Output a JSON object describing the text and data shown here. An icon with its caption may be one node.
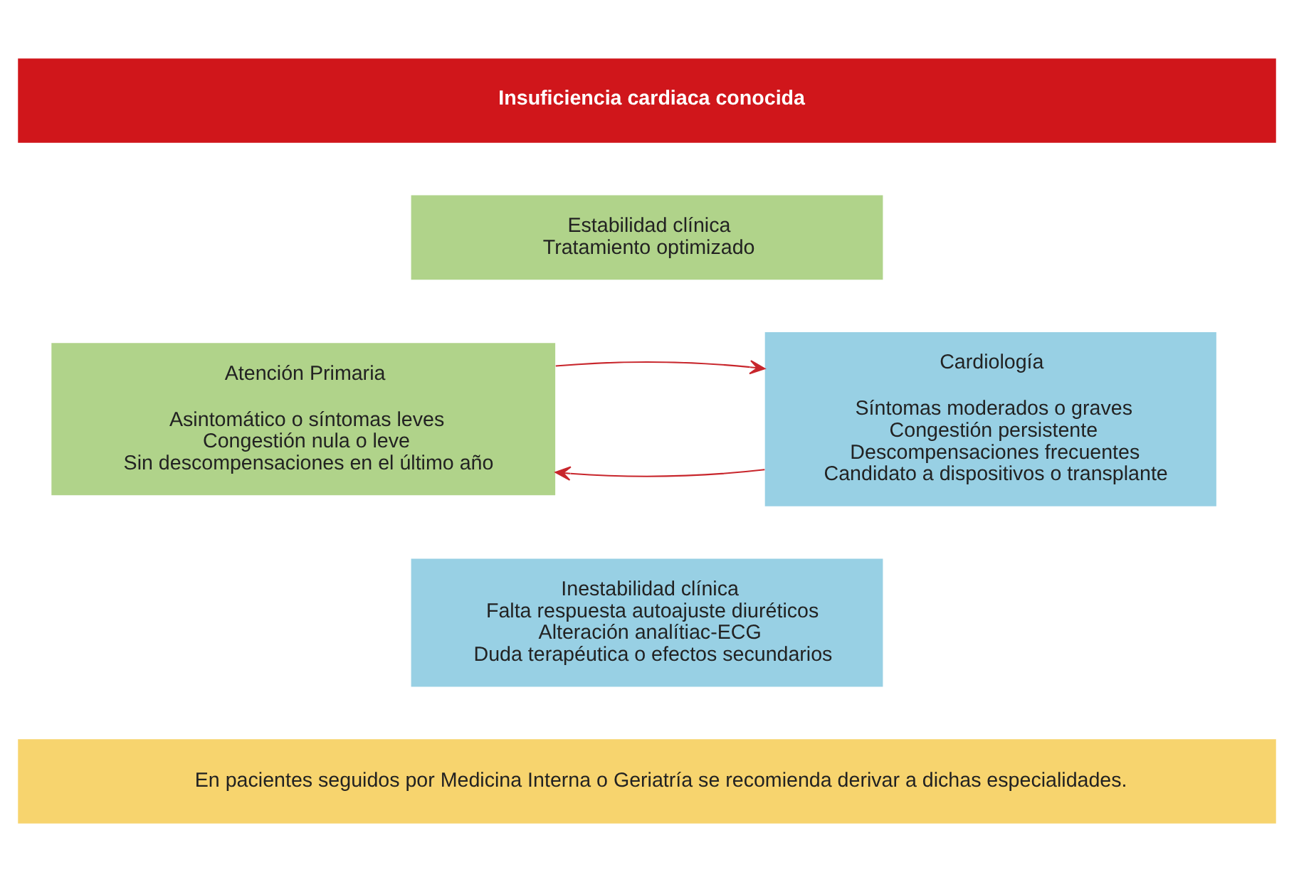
{
  "diagram": {
    "nodes": [
      {
        "text": [
          "Insuficiencia cardiaca conocida"
        ]
      },
      {
        "text": [
          "Estabilidad clínica",
          "Tratamiento optimizado"
        ]
      },
      {
        "text": [
          "Atención Primaria",
          "Asintomático o síntomas leves",
          "Congestión nula o leve",
          "Sin descompensaciones en el último año"
        ]
      },
      {
        "text": [
          "Cardiología",
          "Síntomas moderados o graves",
          "Congestión persistente",
          "Descompensaciones frecuentes",
          "Candidato a dispositivos o transplante"
        ]
      },
      {
        "text": [
          "Inestabilidad clínica",
          "Falta respuesta autoajuste diuréticos",
          "Alteración analítiac-ECG",
          "Duda terapéutica o efectos secundarios"
        ]
      },
      {
        "text": [
          "En pacientes seguidos por Medicina Interna o Geriatría se recomienda derivar a dichas especialidades."
        ]
      }
    ],
    "edges": [
      {
        "from": 3,
        "to": 2,
        "arrow": "to"
      },
      {
        "from": 2,
        "to": 3,
        "arrow": "to"
      }
    ]
  }
}
